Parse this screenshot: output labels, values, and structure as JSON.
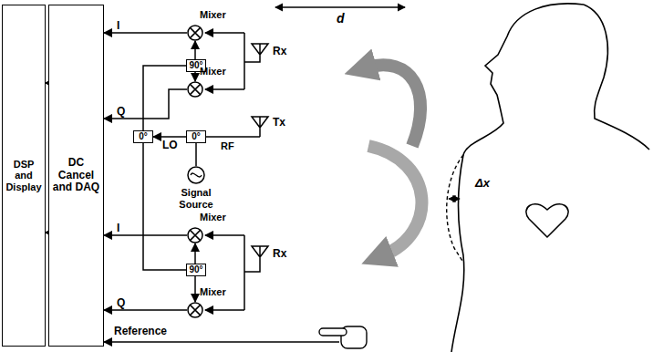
{
  "diagram": {
    "nodes": [
      {
        "text": [
          "DSP and Display"
        ]
      },
      {
        "text": [
          "DC Cancel and DAQ"
        ]
      },
      {
        "text": [
          "Mixer"
        ]
      },
      {
        "text": [
          "90°"
        ]
      },
      {
        "text": [
          "Mixer"
        ]
      },
      {
        "text": [
          "0°"
        ]
      },
      {
        "text": [
          "0°"
        ]
      },
      {
        "text": [
          "Signal Source"
        ]
      },
      {
        "text": [
          "Mixer"
        ]
      },
      {
        "text": [
          "90°"
        ]
      },
      {
        "text": [
          "Mixer"
        ]
      }
    ],
    "edges": [
      {
        "from": 1,
        "to": 0,
        "arrow": "to"
      },
      {
        "from": 1,
        "to": 0,
        "arrow": "to"
      },
      {
        "from": 2,
        "to": 1,
        "label": "I",
        "arrow": "to"
      },
      {
        "from": 4,
        "to": 1,
        "label": "Q",
        "arrow": "to"
      },
      {
        "from": 8,
        "to": 1,
        "label": "I",
        "arrow": "to"
      },
      {
        "from": 10,
        "to": 1,
        "label": "Q",
        "arrow": "to"
      },
      {
        "from": 3,
        "to": 2,
        "arrow": "to"
      },
      {
        "from": 3,
        "to": 4,
        "arrow": "to"
      },
      {
        "from": 9,
        "to": 8,
        "arrow": "to"
      },
      {
        "from": 9,
        "to": 10,
        "arrow": "to"
      },
      {
        "from": 5,
        "to": 3,
        "arrow": "none"
      },
      {
        "from": 5,
        "to": 9,
        "arrow": "none"
      },
      {
        "from": 6,
        "to": 5,
        "label": "LO",
        "arrow": "to"
      },
      {
        "from": 7,
        "to": 6,
        "arrow": "none"
      }
    ],
    "labels": [
      "Rx",
      "Tx",
      "Rx",
      "RF",
      "Reference",
      "d",
      "Δx"
    ]
  }
}
